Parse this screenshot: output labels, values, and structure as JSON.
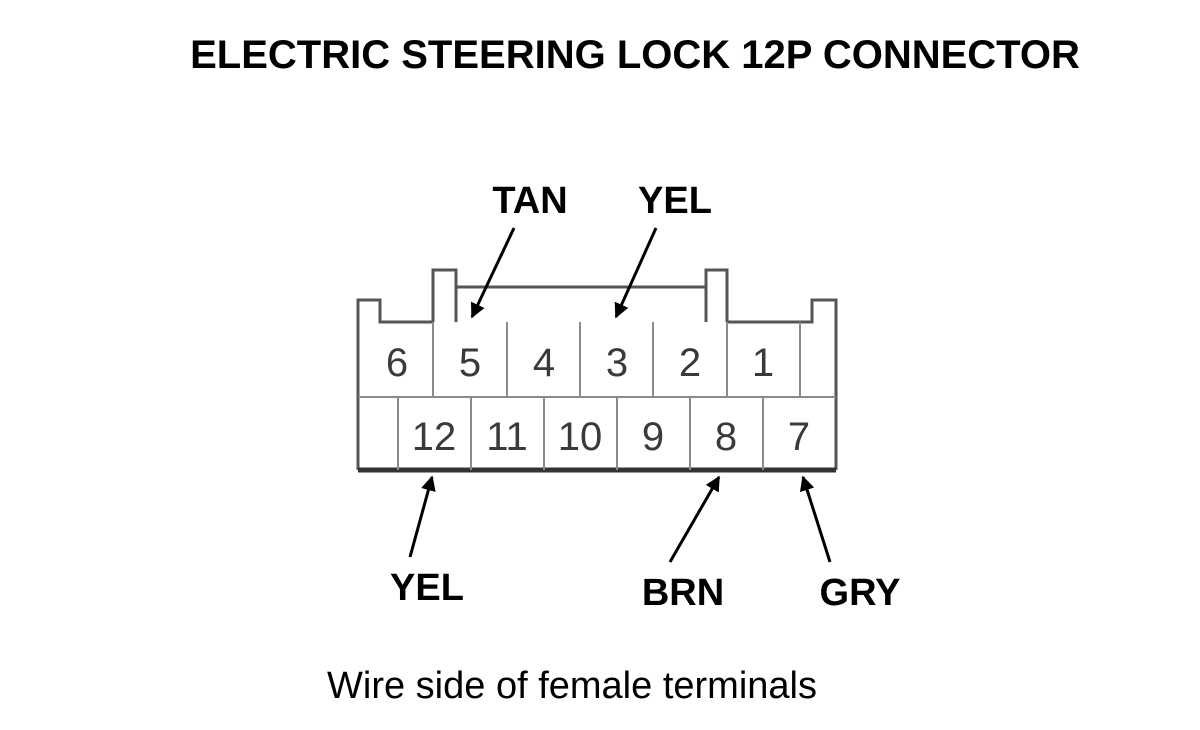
{
  "title": "ELECTRIC STEERING LOCK 12P CONNECTOR",
  "caption": "Wire side of female terminals",
  "connector": {
    "top_row": [
      "6",
      "5",
      "4",
      "3",
      "2",
      "1"
    ],
    "bottom_row": [
      "12",
      "11",
      "10",
      "9",
      "8",
      "7"
    ]
  },
  "wires": [
    {
      "terminal": "5",
      "color": "TAN"
    },
    {
      "terminal": "3",
      "color": "YEL"
    },
    {
      "terminal": "12",
      "color": "YEL"
    },
    {
      "terminal": "8",
      "color": "BRN"
    },
    {
      "terminal": "7",
      "color": "GRY"
    }
  ]
}
